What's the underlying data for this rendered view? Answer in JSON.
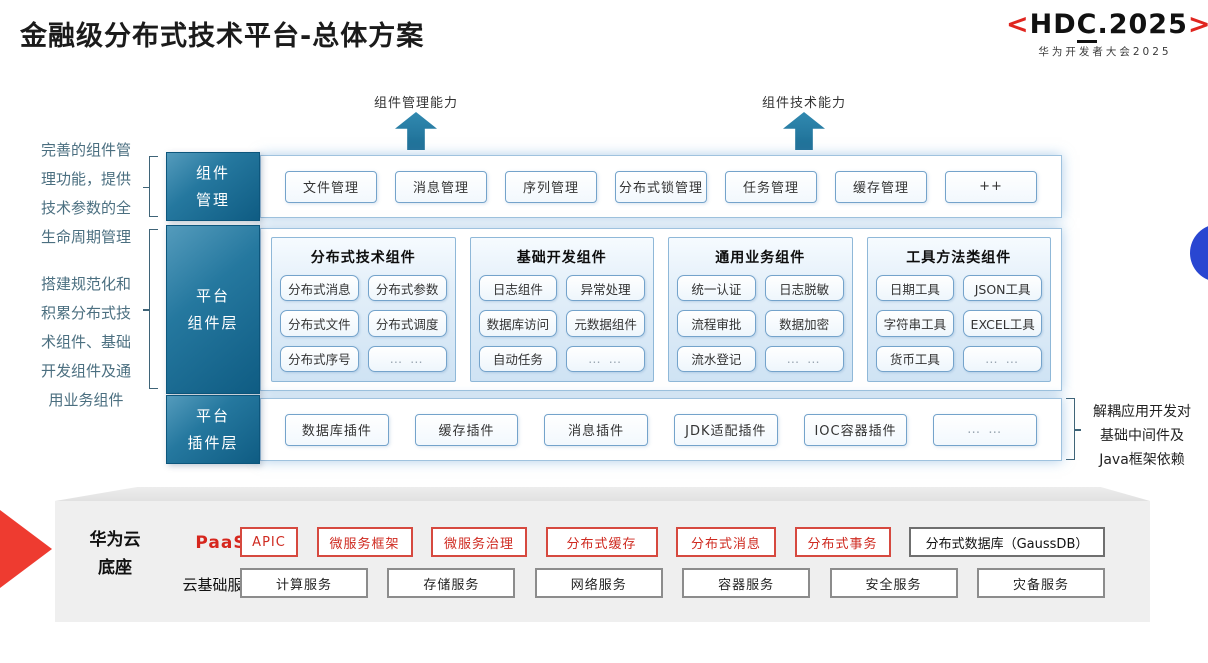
{
  "page": {
    "title": "金融级分布式技术平台-总体方案"
  },
  "logo": {
    "left_bracket": "<",
    "hd": "HD",
    "c": "C",
    "rest": ".2025",
    "right_bracket": ">",
    "subtitle": "华为开发者大会2025"
  },
  "capability_arrows": [
    {
      "label": "组件管理能力"
    },
    {
      "label": "组件技术能力"
    }
  ],
  "left_notes": [
    "完善的组件管\n理功能，提供\n技术参数的全\n生命周期管理",
    "搭建规范化和\n积累分布式技\n术组件、基础\n开发组件及通\n用业务组件"
  ],
  "right_note": "解耦应用开发对\n基础中间件及\nJava框架依赖",
  "rows": {
    "component_mgmt": {
      "label": "组件\n管理",
      "items": [
        "文件管理",
        "消息管理",
        "序列管理",
        "分布式锁管理",
        "任务管理",
        "缓存管理",
        "++"
      ]
    },
    "platform_components": {
      "label": "平台\n组件层",
      "columns": [
        {
          "title": "分布式技术组件",
          "items": [
            "分布式消息",
            "分布式参数",
            "分布式文件",
            "分布式调度",
            "分布式序号",
            "… …"
          ]
        },
        {
          "title": "基础开发组件",
          "items": [
            "日志组件",
            "异常处理",
            "数据库访问",
            "元数据组件",
            "自动任务",
            "… …"
          ]
        },
        {
          "title": "通用业务组件",
          "items": [
            "统一认证",
            "日志脱敏",
            "流程审批",
            "数据加密",
            "流水登记",
            "… …"
          ]
        },
        {
          "title": "工具方法类组件",
          "items": [
            "日期工具",
            "JSON工具",
            "字符串工具",
            "EXCEL工具",
            "货币工具",
            "… …"
          ]
        }
      ]
    },
    "platform_plugins": {
      "label": "平台\n插件层",
      "items": [
        "数据库插件",
        "缓存插件",
        "消息插件",
        "JDK适配插件",
        "IOC容器插件",
        "… …"
      ]
    }
  },
  "foundation": {
    "label": "华为云\n底座",
    "paas": {
      "label": "PaaS",
      "items": [
        "APIC",
        "微服务框架",
        "微服务治理",
        "分布式缓存",
        "分布式消息",
        "分布式事务"
      ],
      "db_item": "分布式数据库（GaussDB）"
    },
    "cloud": {
      "label": "云基础服务",
      "items": [
        "计算服务",
        "存储服务",
        "网络服务",
        "容器服务",
        "安全服务",
        "灾备服务"
      ]
    }
  },
  "colors": {
    "teal_label": "#15618a",
    "chip_border": "#74a3cb",
    "red_accent": "#d6261d",
    "blue_circle": "#2946d1",
    "base_gray": "#efefef"
  }
}
